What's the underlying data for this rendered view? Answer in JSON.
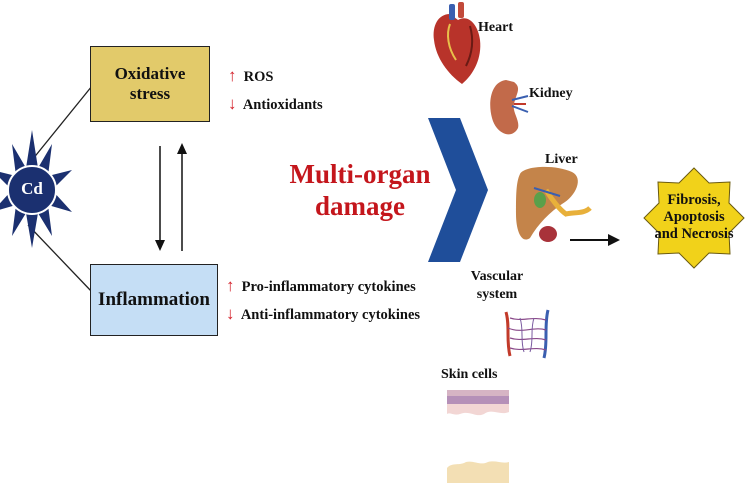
{
  "cd_label": "Cd",
  "oxidative_box": {
    "line1": "Oxidative",
    "line2": "stress"
  },
  "inflammation_box": {
    "label": "Inflammation"
  },
  "oxidative_effects": [
    {
      "direction": "up",
      "symbol": "↑",
      "text": "ROS"
    },
    {
      "direction": "down",
      "symbol": "↓",
      "text": "Antioxidants"
    }
  ],
  "inflammation_effects": [
    {
      "direction": "up",
      "symbol": "↑",
      "text": "Pro-inflammatory cytokines"
    },
    {
      "direction": "down",
      "symbol": "↓",
      "text": "Anti-inflammatory cytokines"
    }
  ],
  "center_title": {
    "line1": "Multi-organ",
    "line2": "damage"
  },
  "organs": {
    "heart": "Heart",
    "kidney": "Kidney",
    "liver": "Liver",
    "vascular_line1": "Vascular",
    "vascular_line2": "system",
    "skin": "Skin cells"
  },
  "outcome": {
    "line1": "Fibrosis,",
    "line2": "Apoptosis",
    "line3": "and Necrosis"
  },
  "colors": {
    "oxidative_fill": "#e2ca6a",
    "inflammation_fill": "#c5def5",
    "cd_star": "#1b3070",
    "chevron": "#1f4e9a",
    "title_red": "#c4161c",
    "arrow_red": "#d4202a",
    "outcome_fill": "#f1d21a"
  }
}
